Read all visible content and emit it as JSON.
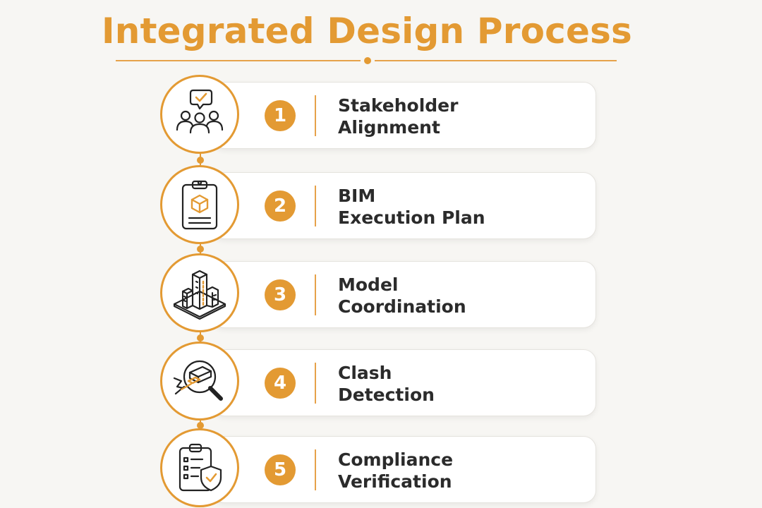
{
  "title": "Integrated Design Process",
  "steps": [
    {
      "number": "1",
      "line1": "Stakeholder",
      "line2": "Alignment",
      "icon": "stakeholders-icon"
    },
    {
      "number": "2",
      "line1": "BIM",
      "line2": "Execution Plan",
      "icon": "clipboard-plan-icon"
    },
    {
      "number": "3",
      "line1": "Model",
      "line2": "Coordination",
      "icon": "building-model-icon"
    },
    {
      "number": "4",
      "line1": "Clash",
      "line2": "Detection",
      "icon": "magnifier-clash-icon"
    },
    {
      "number": "5",
      "line1": "Compliance",
      "line2": "Verification",
      "icon": "checklist-shield-icon"
    }
  ],
  "colors": {
    "accent": "#e39a33",
    "text": "#2b2b2b",
    "card": "#ffffff",
    "background": "#f7f6f3"
  }
}
